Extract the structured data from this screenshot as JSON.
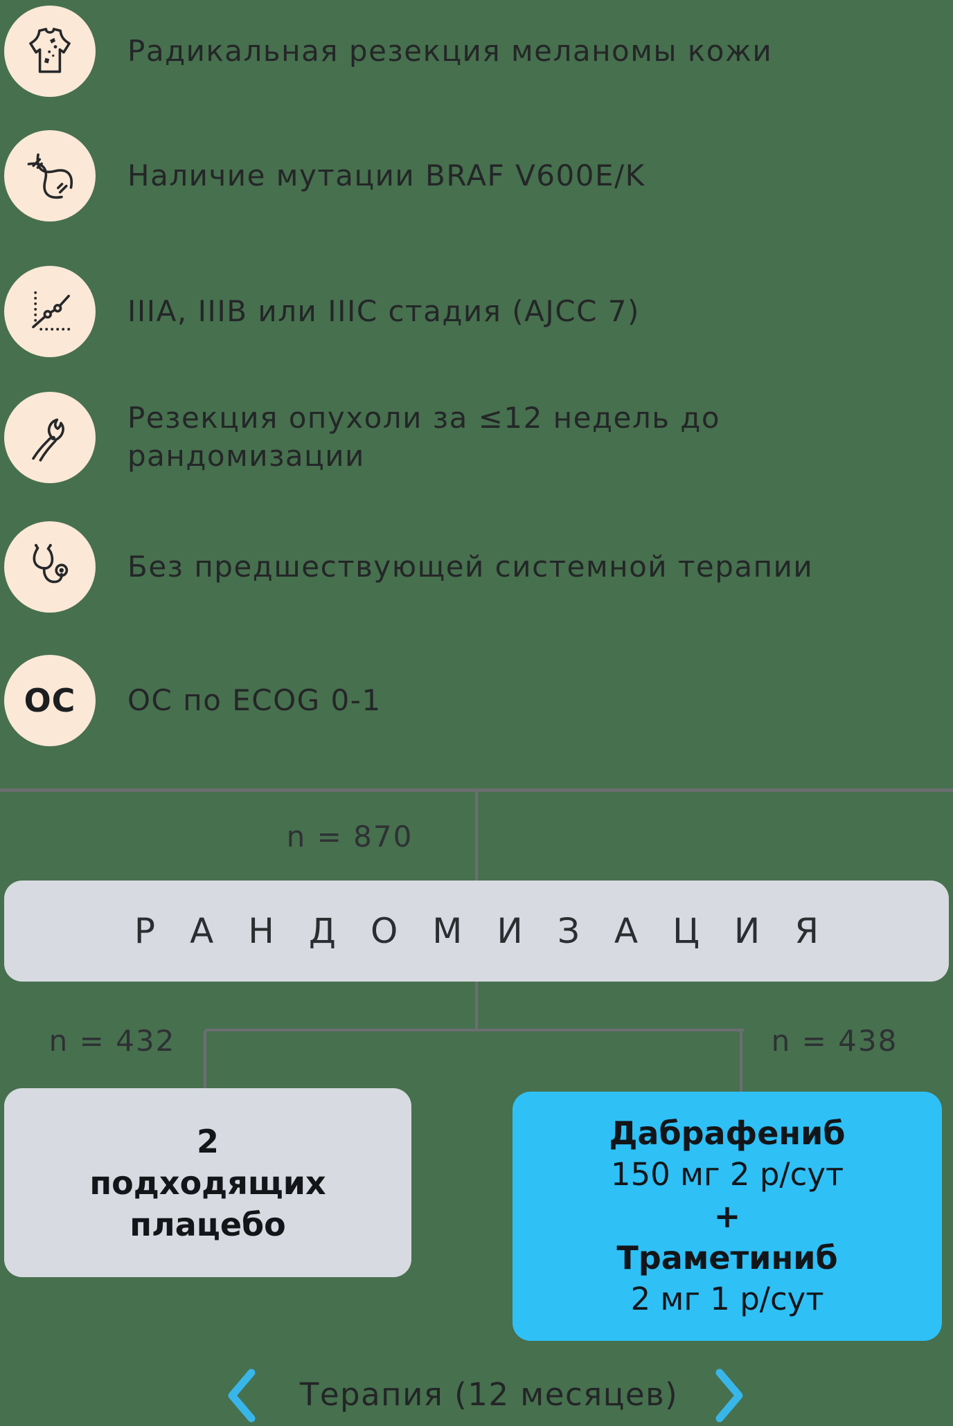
{
  "colors": {
    "background": "#47704E",
    "icon_circle": "#FBE8D6",
    "gray_box": "#D7DAE1",
    "blue_box": "#2FC0F6",
    "chevron_blue": "#38B6E9",
    "line_gray": "#6B6E71",
    "text_dark": "#242628"
  },
  "criteria": {
    "items": [
      {
        "icon": "torso-melanoma-icon",
        "text": "Радикальная резекция меланомы кожи"
      },
      {
        "icon": "dna-icon",
        "text": "Наличие мутации BRAF V600E/K"
      },
      {
        "icon": "stage-chart-icon",
        "text": "IIIA, IIIB или IIIC стадия (AJCC 7)"
      },
      {
        "icon": "surgical-pliers-icon",
        "text": "Резекция опухоли за ≤12 недель до рандомизации"
      },
      {
        "icon": "stethoscope-icon",
        "text": "Без предшествующей системной терапии"
      },
      {
        "icon": "oc-badge-icon",
        "icon_label": "ОС",
        "text": "ОС по ECOG 0-1"
      }
    ]
  },
  "flow": {
    "n_total": "n = 870",
    "randomization": "РАНДОМИЗАЦИЯ",
    "left_arm": {
      "n": "n = 432",
      "line1": "2",
      "line2": "подходящих",
      "line3": "плацебо"
    },
    "right_arm": {
      "n": "n = 438",
      "drug1": "Дабрафениб",
      "dose1": "150 мг 2 р/сут",
      "plus": "+",
      "drug2": "Траметиниб",
      "dose2": "2 мг 1 р/сут"
    }
  },
  "footer": {
    "label": "Терапия (12 месяцев)"
  }
}
